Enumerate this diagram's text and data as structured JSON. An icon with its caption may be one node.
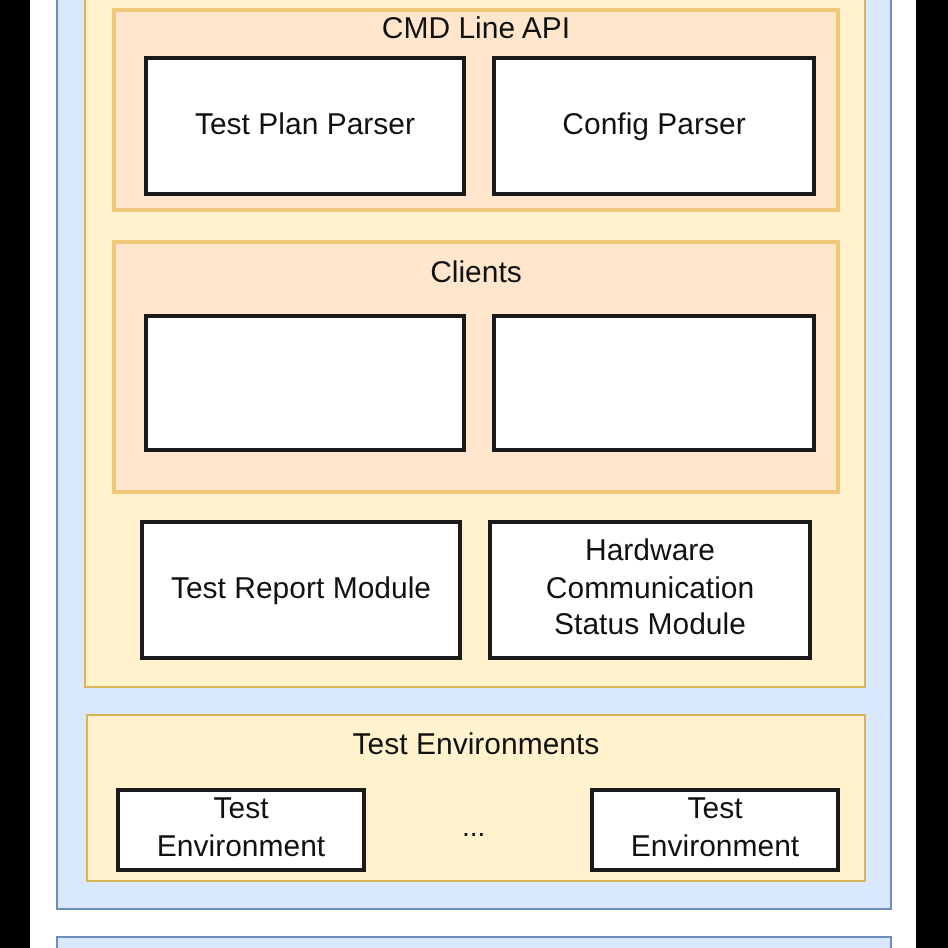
{
  "diagram": {
    "nodes": [
      {
        "text": [],
        "shape": "box"
      },
      {
        "text": [],
        "shape": "box",
        "in": 0
      },
      {
        "text": [
          "CMD Line API"
        ],
        "in": 1
      },
      {
        "text": [
          "Test Plan Parser"
        ],
        "in": 2
      },
      {
        "text": [
          "Config Parser"
        ],
        "in": 2
      },
      {
        "text": [
          "Clients"
        ],
        "in": 1
      },
      {
        "text": [],
        "shape": "box",
        "in": 5
      },
      {
        "text": [],
        "shape": "box",
        "in": 5
      },
      {
        "text": [
          "Test Report Module"
        ],
        "in": 1
      },
      {
        "text": [
          "Hardware Communication Status Module"
        ],
        "in": 1
      },
      {
        "text": [
          "Test Environments"
        ],
        "in": 0
      },
      {
        "text": [
          "Test Environment"
        ],
        "in": 10
      },
      {
        "text": [
          "Test Environment"
        ],
        "in": 10
      },
      {
        "text": [],
        "shape": "box"
      }
    ],
    "labels": [
      "..."
    ]
  }
}
